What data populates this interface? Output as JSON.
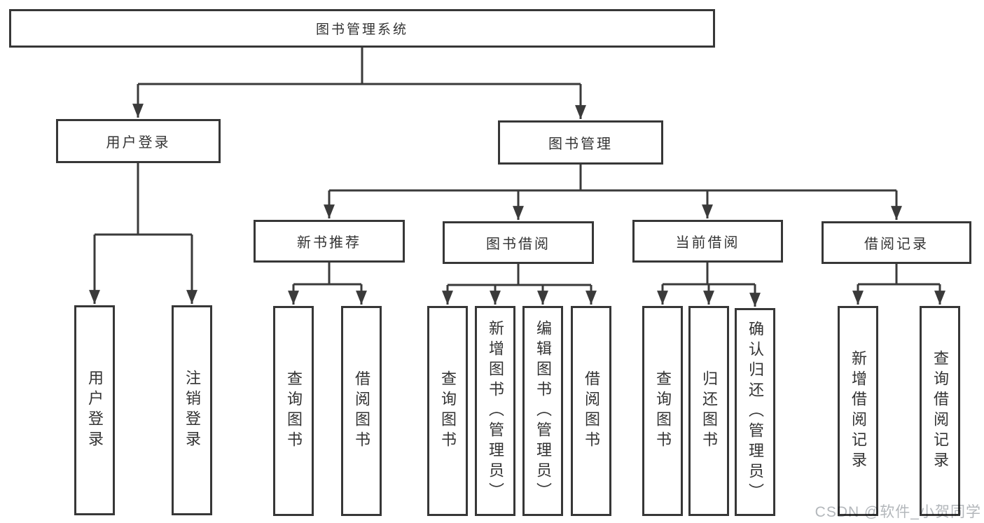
{
  "diagram": {
    "title": "图书管理系统",
    "root": {
      "label": "图书管理系统"
    },
    "level2": [
      {
        "label": "用户登录"
      },
      {
        "label": "图书管理"
      }
    ],
    "level3": [
      {
        "label": "新书推荐"
      },
      {
        "label": "图书借阅"
      },
      {
        "label": "当前借阅"
      },
      {
        "label": "借阅记录"
      }
    ],
    "leaves": [
      {
        "label": "用户登录",
        "parent": "用户登录"
      },
      {
        "label": "注销登录",
        "parent": "用户登录"
      },
      {
        "label": "查询图书",
        "parent": "新书推荐"
      },
      {
        "label": "借阅图书",
        "parent": "新书推荐"
      },
      {
        "label": "查询图书",
        "parent": "图书借阅"
      },
      {
        "label": "新增图书（管理员）",
        "parent": "图书借阅"
      },
      {
        "label": "编辑图书（管理员）",
        "parent": "图书借阅"
      },
      {
        "label": "借阅图书",
        "parent": "图书借阅"
      },
      {
        "label": "查询图书",
        "parent": "当前借阅"
      },
      {
        "label": "归还图书",
        "parent": "当前借阅"
      },
      {
        "label": "确认归还（管理员）",
        "parent": "当前借阅"
      },
      {
        "label": "新增借阅记录",
        "parent": "借阅记录"
      },
      {
        "label": "查询借阅记录",
        "parent": "借阅记录"
      }
    ],
    "watermark": "CSDN @软件_小贺同学",
    "colors": {
      "border": "#373737",
      "line": "#3a3a3a",
      "text": "#333333",
      "watermark": "#b3b7bb",
      "background": "#ffffff"
    }
  }
}
